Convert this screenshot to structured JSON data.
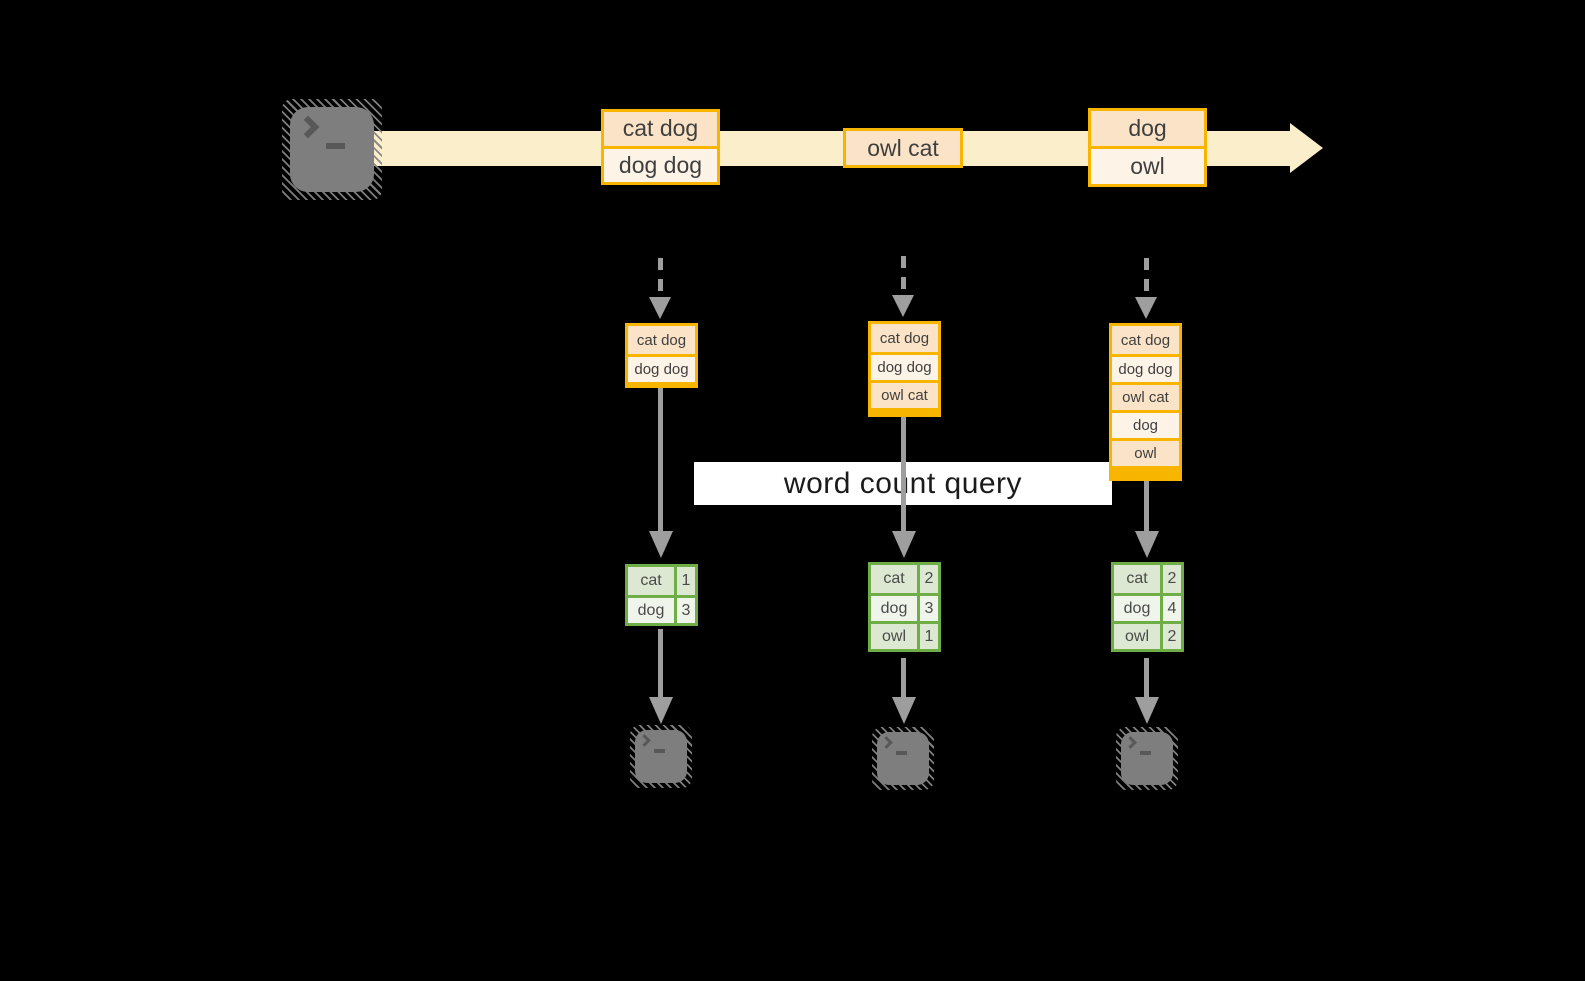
{
  "query": {
    "label": "word count query"
  },
  "icons": {
    "source": "terminal-icon",
    "sinks": [
      "terminal-icon",
      "terminal-icon",
      "terminal-icon"
    ]
  },
  "timeline": {
    "events": [
      {
        "rows": [
          "cat dog",
          "dog dog"
        ]
      },
      {
        "rows": [
          "owl cat"
        ]
      },
      {
        "rows": [
          "dog",
          "owl"
        ]
      }
    ]
  },
  "columns": [
    {
      "snapshot": [
        "cat dog",
        "dog dog"
      ],
      "counts": [
        {
          "word": "cat",
          "count": "1"
        },
        {
          "word": "dog",
          "count": "3"
        }
      ]
    },
    {
      "snapshot": [
        "cat dog",
        "dog dog",
        "owl cat"
      ],
      "counts": [
        {
          "word": "cat",
          "count": "2"
        },
        {
          "word": "dog",
          "count": "3"
        },
        {
          "word": "owl",
          "count": "1"
        }
      ]
    },
    {
      "snapshot": [
        "cat dog",
        "dog dog",
        "owl cat",
        "dog",
        "owl"
      ],
      "counts": [
        {
          "word": "cat",
          "count": "2"
        },
        {
          "word": "dog",
          "count": "4"
        },
        {
          "word": "owl",
          "count": "2"
        }
      ]
    }
  ],
  "colors": {
    "background": "#000000",
    "stream_band": "#FAEFCA",
    "event_border": "#F7B500",
    "event_fill_dark": "#FBE3C7",
    "event_fill_light": "#FDF3E6",
    "table_border": "#6FAD47",
    "table_fill_dark": "#DCE8D2",
    "table_fill_light": "#F0F5EC",
    "arrow_gray": "#9E9E9E",
    "terminal_gray": "#7E7E7E",
    "query_box_bg": "#FFFFFF"
  }
}
